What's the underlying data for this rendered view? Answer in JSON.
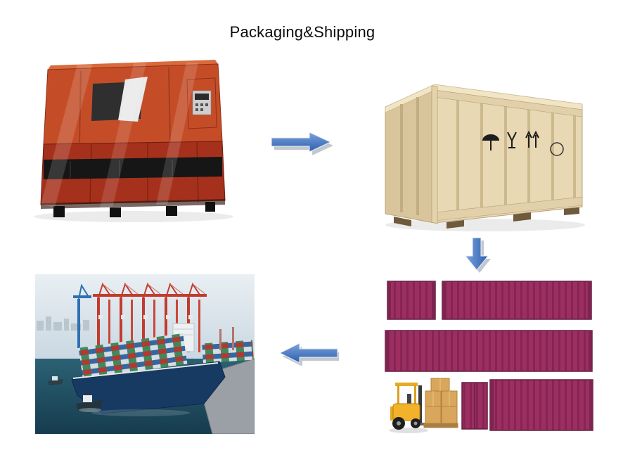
{
  "title": "Packaging&Shipping",
  "flow": {
    "step1": "machine-wrapped-in-stretch-film",
    "step2": "plywood-export-crate",
    "step3": "container-loading-with-forklift",
    "step4": "container-ship-at-port"
  },
  "arrows": [
    {
      "name": "arrow-right-icon",
      "direction": "right"
    },
    {
      "name": "arrow-down-icon",
      "direction": "down"
    },
    {
      "name": "arrow-left-icon",
      "direction": "left"
    }
  ],
  "colors": {
    "arrow_blue": "#3c68b5",
    "arrow_shadow": "#c2c8cf",
    "machine_orange": "#c44d28",
    "machine_dark_red": "#a5311c",
    "crate_wood_light": "#e8d8b4",
    "crate_wood_dark": "#d9c59c",
    "container_maroon": "#9c2f62",
    "forklift_yellow": "#f2b32a",
    "sea_teal": "#2b6174",
    "crane_red": "#c23b2e"
  }
}
